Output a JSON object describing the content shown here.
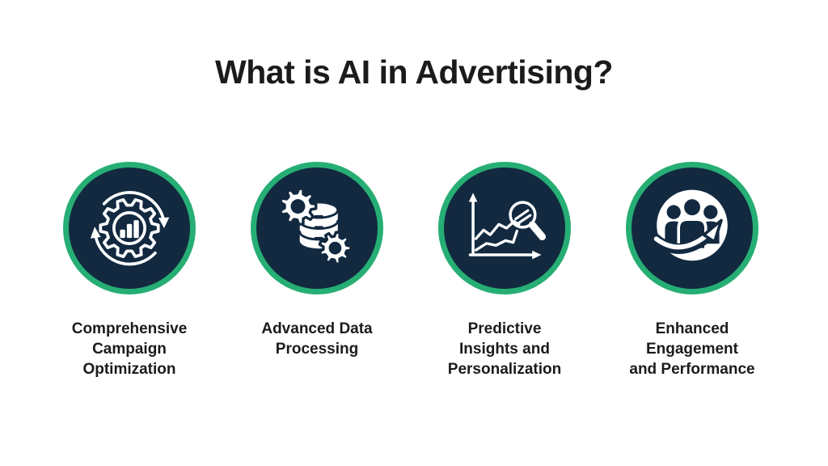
{
  "title": "What is AI in Advertising?",
  "colors": {
    "background": "#ffffff",
    "navy": "#122940",
    "green": "#26ae74",
    "text": "#1b1b1b",
    "icon_white": "#ffffff"
  },
  "items": [
    {
      "id": "campaign-optimization",
      "icon": "gear-chart-sync-icon",
      "label": "Comprehensive\nCampaign\nOptimization"
    },
    {
      "id": "data-processing",
      "icon": "database-gears-icon",
      "label": "Advanced Data\nProcessing"
    },
    {
      "id": "predictive-insights",
      "icon": "chart-magnifier-icon",
      "label": "Predictive\nInsights and\nPersonalization"
    },
    {
      "id": "engagement-performance",
      "icon": "people-growth-arrow-icon",
      "label": "Enhanced\nEngagement\nand Performance"
    }
  ]
}
